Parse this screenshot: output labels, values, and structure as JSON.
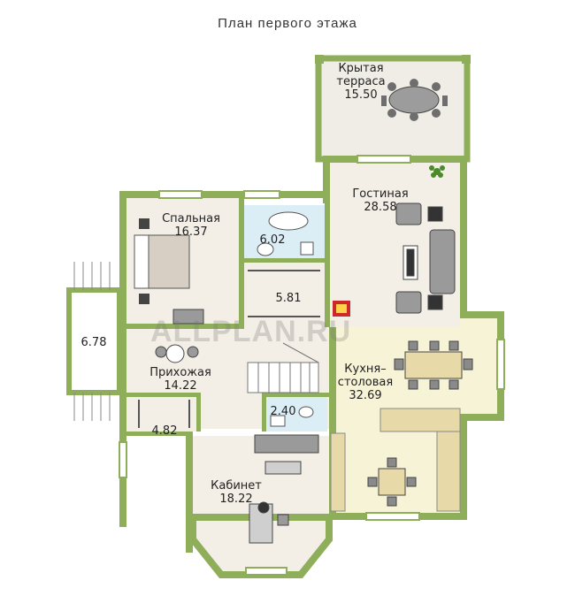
{
  "title": "План первого этажа",
  "watermark": "ALLPLAN.RU",
  "colors": {
    "wall": "#8fae5a",
    "floor": "#f3efe6",
    "kitchen": "#f7f3d6",
    "bath": "#dbeef6",
    "terrace": "#f0ede6"
  },
  "rooms": {
    "terrace": {
      "name_1": "Крытая",
      "name_2": "терраса",
      "area": "15.50"
    },
    "living": {
      "name": "Гостиная",
      "area": "28.58"
    },
    "bedroom": {
      "name": "Спальная",
      "area": "16.37"
    },
    "bath": {
      "area": "6.02"
    },
    "dressing": {
      "area": "5.81"
    },
    "porch": {
      "area": "6.78"
    },
    "hall": {
      "name": "Прихожая",
      "area": "14.22"
    },
    "wc": {
      "area": "2.40"
    },
    "closet": {
      "area": "4.82"
    },
    "kitchen": {
      "name_1": "Кухня–",
      "name_2": "столовая",
      "area": "32.69"
    },
    "study": {
      "name": "Кабинет",
      "area": "18.22"
    }
  }
}
